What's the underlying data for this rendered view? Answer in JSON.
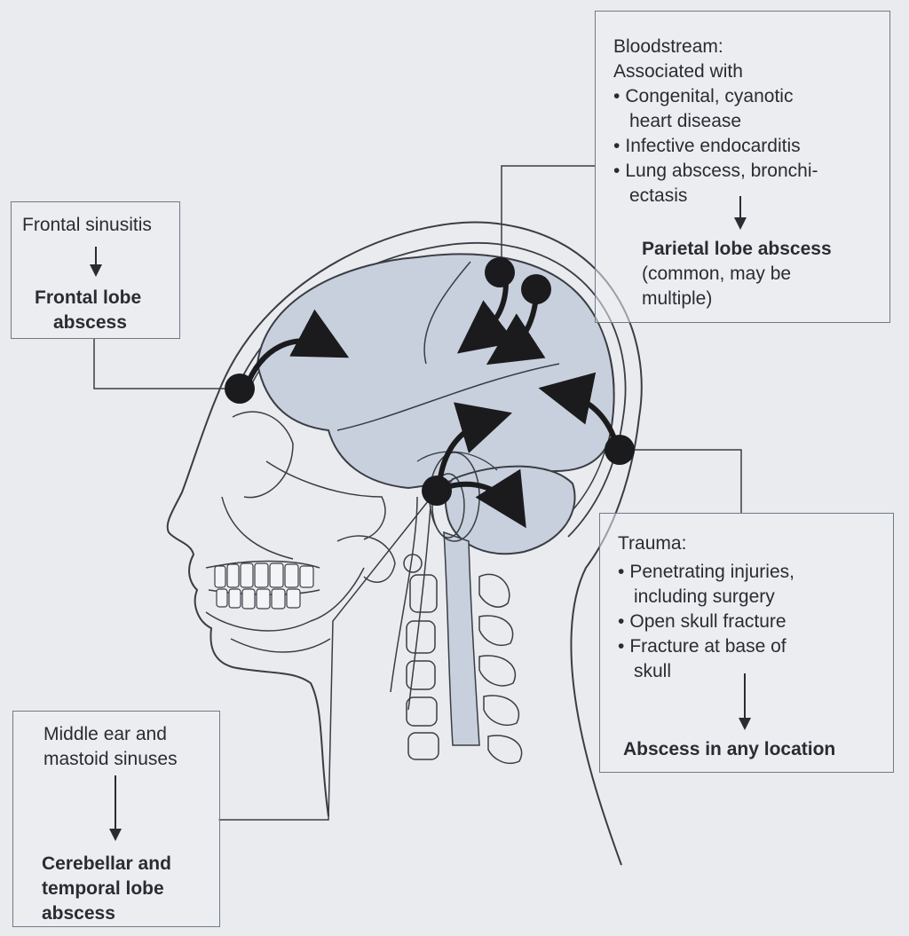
{
  "frontal": {
    "source": "Frontal sinusitis",
    "result_line1": "Frontal lobe",
    "result_line2": "abscess"
  },
  "bloodstream": {
    "title": "Bloodstream:",
    "subtitle": "Associated with",
    "items": [
      {
        "line1": "Congenital, cyanotic",
        "line2": "heart disease"
      },
      {
        "line1": "Infective endocarditis",
        "line2": ""
      },
      {
        "line1": "Lung abscess, bronchi-",
        "line2": "ectasis"
      }
    ],
    "result": "Parietal lobe abscess",
    "note_line1": "(common, may be",
    "note_line2": "multiple)"
  },
  "trauma": {
    "title": "Trauma:",
    "items": [
      {
        "line1": "Penetrating injuries,",
        "line2": "including surgery"
      },
      {
        "line1": "Open skull fracture",
        "line2": ""
      },
      {
        "line1": "Fracture at base of",
        "line2": "skull"
      }
    ],
    "result": "Abscess in any location"
  },
  "ear": {
    "source_line1": "Middle ear and",
    "source_line2": "mastoid sinuses",
    "result_line1": "Cerebellar and",
    "result_line2": "temporal lobe",
    "result_line3": "abscess"
  },
  "colors": {
    "brain_fill": "#c8d0dd",
    "outline": "#3a3d44",
    "background": "#e9ebef",
    "box_border": "#6f7a86",
    "entry_point": "#1b1b1e"
  }
}
